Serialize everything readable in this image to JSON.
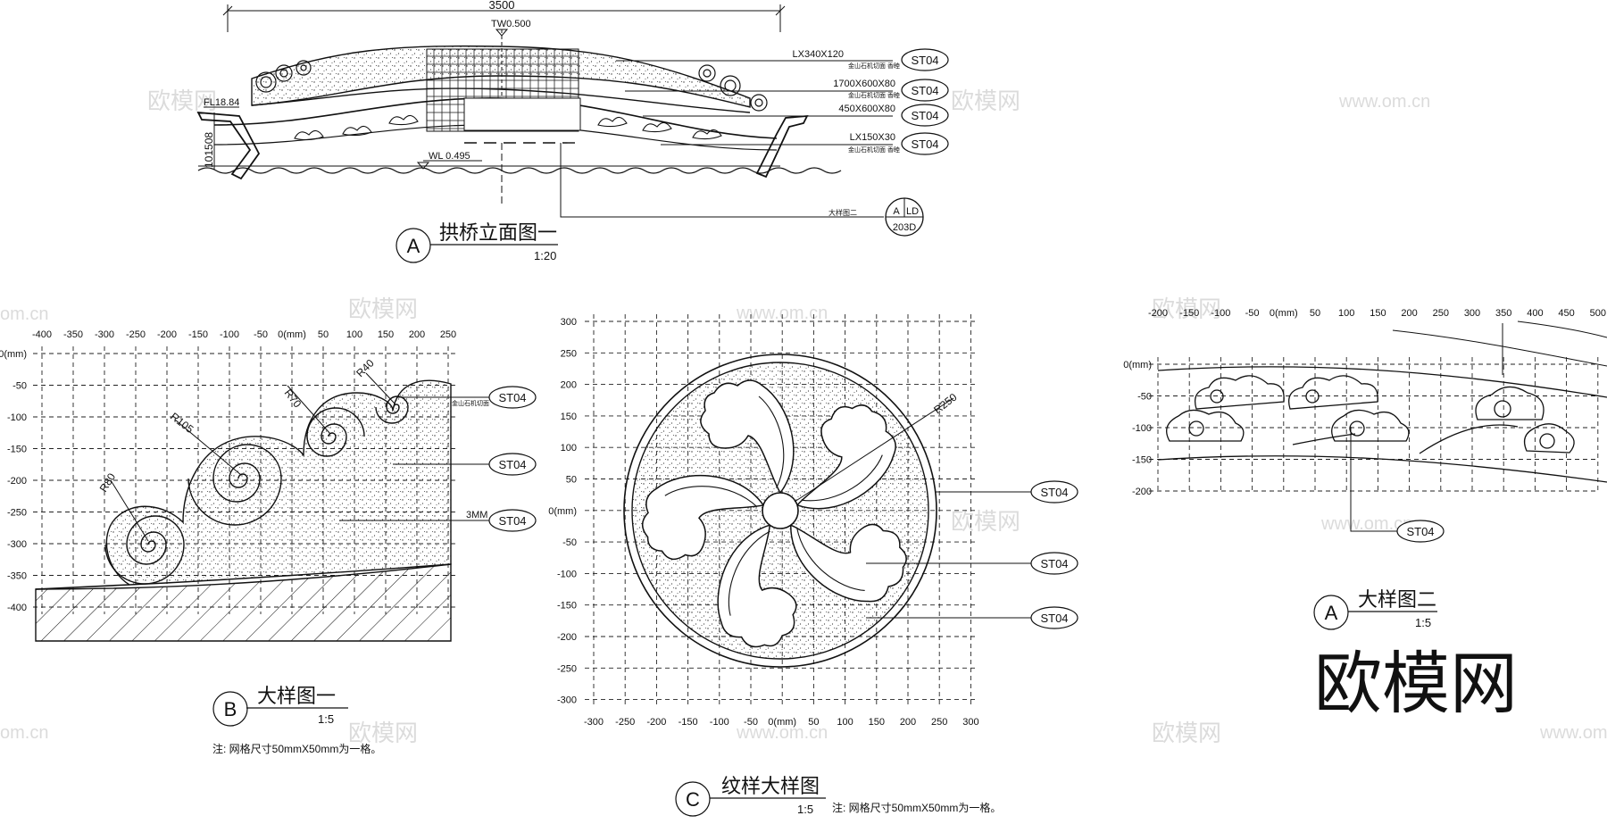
{
  "elevation": {
    "dimension": "3500",
    "tw": "TW0.500",
    "fl": "FL18.84",
    "wl": "WL 0.495",
    "left_dim": "101508",
    "callouts": [
      {
        "spec": "LX340X120",
        "note": "金山石机切面 香睦",
        "tag": "ST04"
      },
      {
        "spec": "1700X600X80",
        "note": "金山石机切面 香睦",
        "tag": "ST04"
      },
      {
        "spec": "450X600X80",
        "note": "",
        "tag": "ST04"
      },
      {
        "spec": "LX150X30",
        "note": "金山石机切面 香睦",
        "tag": "ST04"
      }
    ],
    "detail_ref": {
      "label": "大样图二",
      "letter": "A",
      "sheet": "LD",
      "number": "203D"
    },
    "title": {
      "letter": "A",
      "text": "拱桥立面图一",
      "scale": "1:20"
    }
  },
  "detail_b": {
    "x_ticks": [
      "-400",
      "-350",
      "-300",
      "-250",
      "-200",
      "-150",
      "-100",
      "-50",
      "0(mm)",
      "50",
      "100",
      "150",
      "200",
      "250"
    ],
    "y_ticks": [
      "0(mm)",
      "-50",
      "-100",
      "-150",
      "-200",
      "-250",
      "-300",
      "-350",
      "-400"
    ],
    "radii": [
      "R80",
      "R105",
      "R70",
      "R40"
    ],
    "callouts": [
      {
        "spec": "",
        "note": "金山石机切面",
        "tag": "ST04"
      },
      {
        "spec": "",
        "note": "",
        "tag": "ST04"
      },
      {
        "spec": "3MM",
        "note": "",
        "tag": "ST04"
      }
    ],
    "title": {
      "letter": "B",
      "text": "大样图一",
      "scale": "1:5"
    },
    "note": "注: 网格尺寸50mmX50mm为一格。"
  },
  "detail_c": {
    "x_ticks": [
      "-300",
      "-250",
      "-200",
      "-150",
      "-100",
      "-50",
      "0(mm)",
      "50",
      "100",
      "150",
      "200",
      "250",
      "300"
    ],
    "y_ticks": [
      "300",
      "250",
      "200",
      "150",
      "100",
      "50",
      "0(mm)",
      "-50",
      "-100",
      "-150",
      "-200",
      "-250",
      "-300"
    ],
    "radius": "R250",
    "callouts": [
      {
        "tag": "ST04"
      },
      {
        "tag": "ST04"
      },
      {
        "tag": "ST04"
      }
    ],
    "title": {
      "letter": "C",
      "text": "纹样大样图",
      "scale": "1:5"
    },
    "note": "注: 网格尺寸50mmX50mm为一格。"
  },
  "detail_a2": {
    "x_ticks": [
      "-200",
      "-150",
      "-100",
      "-50",
      "0(mm)",
      "50",
      "100",
      "150",
      "200",
      "250",
      "300",
      "350",
      "400",
      "450",
      "500"
    ],
    "y_ticks": [
      "0(mm)",
      "-50",
      "-100",
      "-150",
      "-200"
    ],
    "callouts": [
      {
        "tag": "ST04"
      }
    ],
    "title": {
      "letter": "A",
      "text": "大样图二",
      "scale": "1:5"
    }
  },
  "watermark": {
    "logo": "欧模网",
    "url": "www.om.cn",
    "domain": "om.cn"
  }
}
